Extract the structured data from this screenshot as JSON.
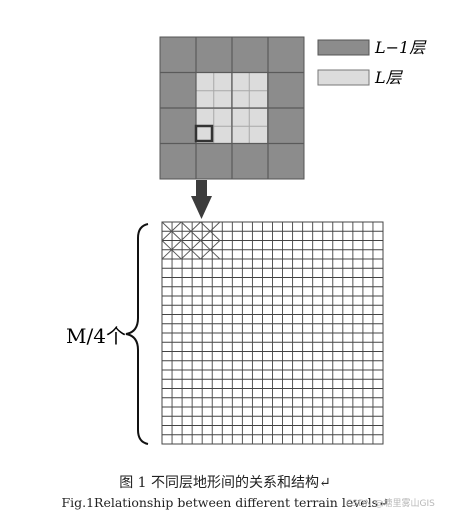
{
  "legend": {
    "upper_label": "L−1层",
    "lower_label": "L层",
    "upper_color": "#8c8c8c",
    "lower_color": "#dcdcdc"
  },
  "coarse_grid": {
    "rows": 4,
    "cols": 4
  },
  "fine_grid": {
    "rows": 24,
    "cols": 22
  },
  "brace_label": "M/4个",
  "caption_cn": "图 1 不同层地形间的关系和结构↵",
  "caption_en": "Fig.1Relationship between different terrain levels↵",
  "watermark": "CSDN @塘里雾山GIS",
  "colors": {
    "grid_line": "#555555",
    "fine_line": "#444444",
    "arrow": "#3c3c3c",
    "highlight": "#333333"
  }
}
